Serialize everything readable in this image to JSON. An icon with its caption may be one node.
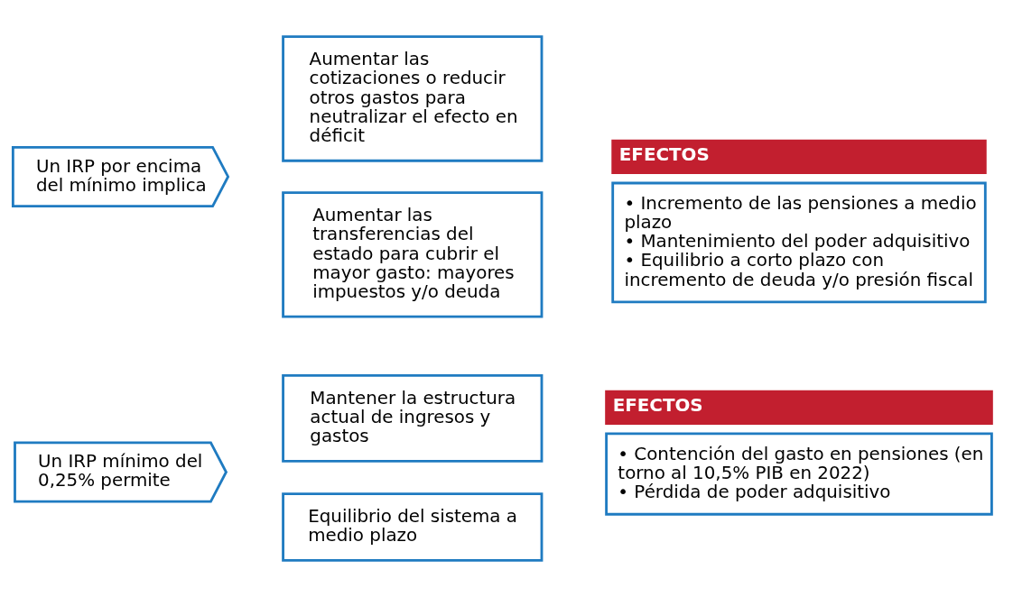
{
  "diagram": {
    "nodes": [
      {
        "text": [
          "Un IRP mínimo del 0,25% permite"
        ]
      },
      {
        "text": [
          "Mantener la estructura actual de ingresos y gastos"
        ]
      },
      {
        "text": [
          "Equilibrio del sistema a medio plazo"
        ]
      },
      {
        "text": [
          "EFECTOS",
          "• Contención del gasto en pensiones (en torno al 10,5% PIB en 2022)",
          "• Pérdida de poder adquisitivo"
        ]
      },
      {
        "text": [
          "Un IRP por encima del mínimo implica"
        ]
      },
      {
        "text": [
          "Aumentar las cotizaciones o reducir otros gastos para neutralizar el efecto en déficit"
        ]
      },
      {
        "text": [
          "Aumentar las transferencias del estado para cubrir el mayor gasto: mayores impuestos y/o deuda"
        ]
      },
      {
        "text": [
          "EFECTOS",
          "• Incremento de las pensiones a medio plazo",
          "• Mantenimiento del poder adquisitivo",
          "• Equilibrio a corto plazo con incremento de deuda y/o presión fiscal"
        ]
      }
    ]
  }
}
